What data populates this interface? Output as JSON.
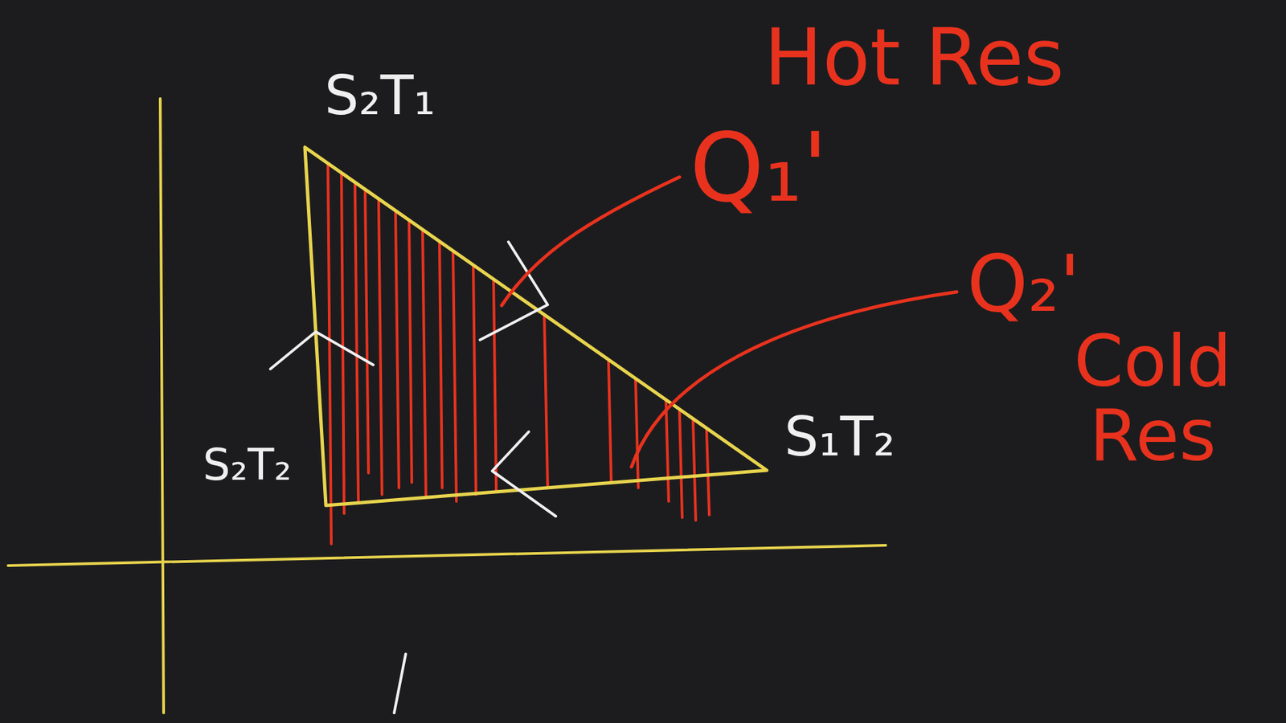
{
  "diagram": {
    "labels": [
      "S₂T₁",
      "S₂T₂",
      "S₁T₂",
      "Q₁'",
      "Hot Res",
      "Q₂'",
      "Cold Res"
    ]
  }
}
